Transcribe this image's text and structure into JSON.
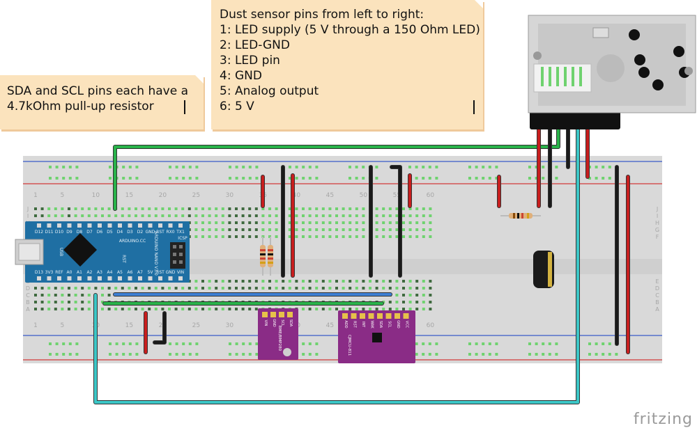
{
  "notes": {
    "pullup": {
      "lines": [
        "SDA and SCL pins each have a",
        "4.7kOhm pull-up resistor"
      ]
    },
    "dust_pins": {
      "lines": [
        "Dust sensor pins from left to right:",
        "1: LED supply (5 V through a 150 Ohm LED)",
        "2: LED-GND",
        "3: LED pin",
        "4: GND",
        "5: Analog output",
        "6: 5 V"
      ]
    }
  },
  "breadboard": {
    "column_numbers": [
      "1",
      "5",
      "10",
      "15",
      "20",
      "25",
      "30",
      "35",
      "40",
      "45",
      "50",
      "55",
      "60"
    ],
    "row_letters_top": [
      "J",
      "I",
      "H",
      "G",
      "F"
    ],
    "row_letters_bottom": [
      "E",
      "D",
      "C",
      "B",
      "A"
    ]
  },
  "arduino": {
    "top_pins": [
      "D12",
      "D11",
      "D10",
      "D9",
      "D8",
      "D7",
      "D6",
      "D5",
      "D4",
      "D3",
      "D2",
      "GND",
      "RST",
      "RX0",
      "TX1"
    ],
    "bottom_pins": [
      "D13",
      "3V3",
      "REF",
      "A0",
      "A1",
      "A2",
      "A3",
      "A4",
      "A5",
      "A6",
      "A7",
      "5V",
      "RST",
      "GND",
      "VIN"
    ],
    "board_text": [
      "ARDUINO.CC",
      "ARDUINO NANO V3.0"
    ],
    "usb_label": "USB",
    "icsp_label": "ICSP",
    "rst_label": "RST"
  },
  "modules": {
    "bme280": {
      "label": "BME/BMP280",
      "pins": [
        "VIN",
        "GND",
        "SCL",
        "SDA"
      ]
    },
    "ccs811": {
      "label": "CJMCU-811",
      "pins": [
        "VCC",
        "GND",
        "SCL",
        "SDA",
        "WAK",
        "INT",
        "RST",
        "ADD"
      ]
    }
  },
  "logo": "fritzing",
  "colors": {
    "breadboard": "#d9d9d9",
    "rail_red": "#d33a3a",
    "rail_blue": "#3a5cc9",
    "hole": "#3f6a3f",
    "hole_green": "#6fd26f",
    "wire_green": "#29b34a",
    "wire_cyan": "#3cc7c7",
    "wire_blue": "#3d7fd4",
    "wire_red": "#c81e1e",
    "wire_black": "#1a1a1a",
    "arduino": "#1f6fa3",
    "module_purple": "#8a2c86",
    "note": "#fbe3bd"
  }
}
